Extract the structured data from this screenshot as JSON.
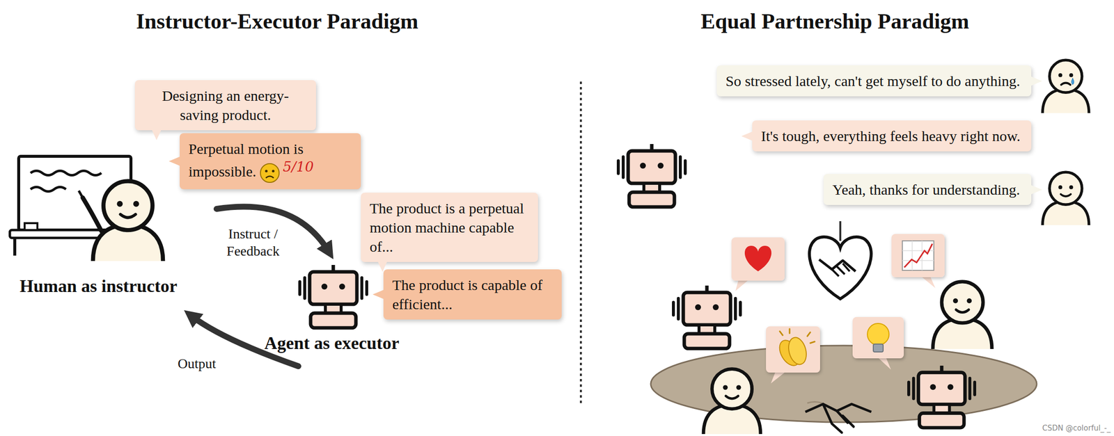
{
  "diagram": {
    "nodes": [
      {
        "text": [
          "Designing an energy-saving product."
        ]
      },
      {
        "text": [
          "Perpetual motion is impossible.",
          "5/10"
        ]
      },
      {
        "text": [
          "The product is a perpetual motion machine capable of..."
        ]
      },
      {
        "text": [
          "The product is capable of efficient..."
        ]
      },
      {
        "text": [
          "So stressed lately, can't get myself to do anything."
        ]
      },
      {
        "text": [
          "It's tough, everything feels heavy right now."
        ]
      },
      {
        "text": [
          "Yeah, thanks for understanding."
        ]
      }
    ],
    "labels": [
      "Instructor-Executor Paradigm",
      "Equal Partnership Paradigm",
      "Human as instructor",
      "Instruct / Feedback",
      "Agent as executor",
      "Output",
      "CSDN @colorful_-_"
    ]
  }
}
